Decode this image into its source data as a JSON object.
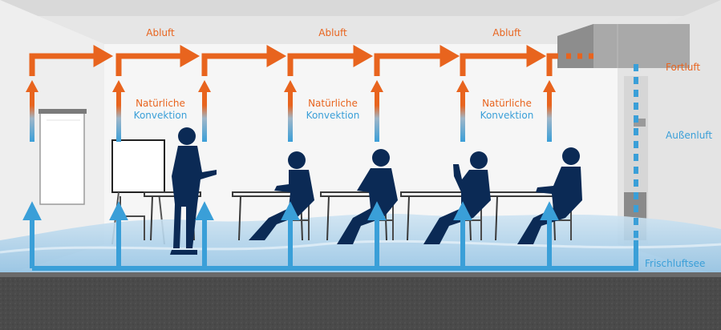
{
  "labels": {
    "exhaust": "Abluft",
    "natural_line1": "Natürliche",
    "natural_line2": "Konvektion",
    "outgoing_air": "Fortluft",
    "outside_air": "Außenluft",
    "fresh_air_lake": "Frischluftsee"
  },
  "colors": {
    "orange": "#e8641e",
    "blue": "#3a9fd8",
    "silhouette": "#0b2a55",
    "floor": "#4a4a4a",
    "wall": "#f3f3f3",
    "ceiling": "#d9d9d9",
    "duct": "#a9a9a9"
  },
  "icons": [
    "flipchart-icon",
    "whiteboard-icon",
    "teacher-silhouette",
    "student-silhouette",
    "desk-icon",
    "chair-icon",
    "ventilation-duct",
    "air-shaft"
  ]
}
